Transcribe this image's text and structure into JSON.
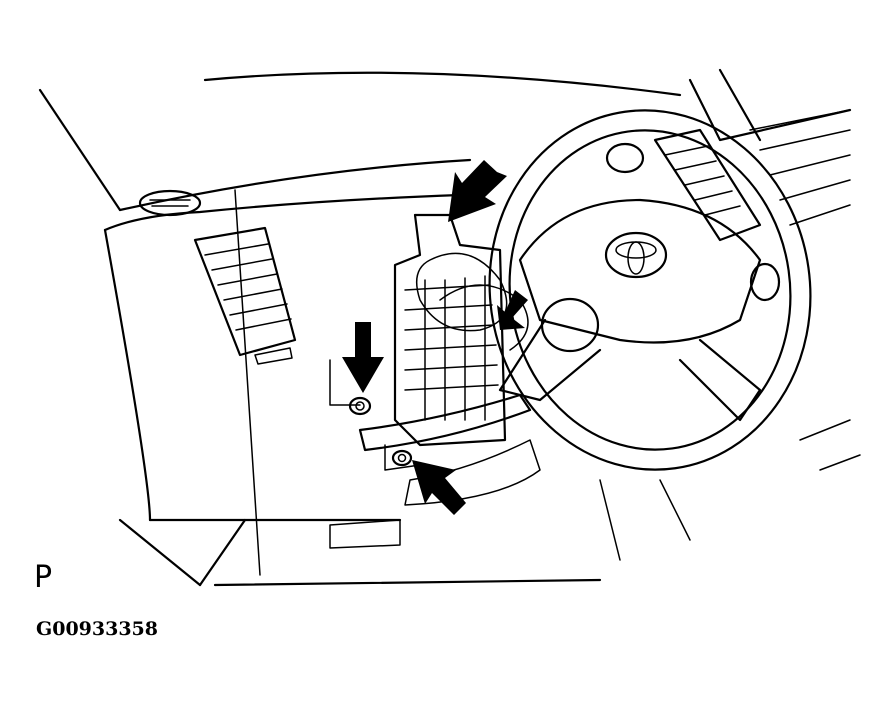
{
  "diagram": {
    "view_marker": "P",
    "figure_id": "G00933358",
    "emblem": "toyota-emblem",
    "callout_arrows": 4
  },
  "colors": {
    "ink": "#000000",
    "paper": "#ffffff"
  }
}
